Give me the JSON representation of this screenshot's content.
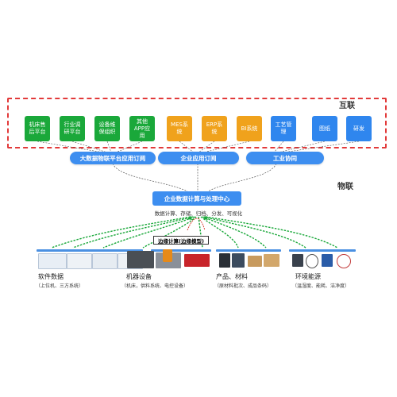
{
  "labels": {
    "internet": "互联",
    "iot": "物联"
  },
  "tiles": [
    {
      "text": "机床售\n后平台",
      "color": "#1aa83a"
    },
    {
      "text": "行业调\n研平台",
      "color": "#1aa83a"
    },
    {
      "text": "设备维\n保组织",
      "color": "#1aa83a"
    },
    {
      "text": "其他\nAPP应\n用",
      "color": "#1aa83a"
    },
    {
      "text": "MES系\n统",
      "color": "#f0a21c"
    },
    {
      "text": "ERP系\n统",
      "color": "#f0a21c"
    },
    {
      "text": "BI系统",
      "color": "#f0a21c"
    },
    {
      "text": "工艺管\n理",
      "color": "#2f86ee"
    },
    {
      "text": "图纸",
      "color": "#2f86ee"
    },
    {
      "text": "研发",
      "color": "#2f86ee"
    }
  ],
  "subscriptions": {
    "bigdata": "大数据物联平台应用订阅",
    "enterprise": "企业应用订阅",
    "industry": "工业协同"
  },
  "hub": {
    "title": "企业数据计算与处理中心",
    "caption": "数据计算、存储、归档、分发、可视化"
  },
  "edge": {
    "label": "边缘计算(边缘模型)"
  },
  "categories": [
    {
      "title": "软件数据",
      "subtitle": "（上位机、三方系统）"
    },
    {
      "title": "机器设备",
      "subtitle": "（机床，供料系统、电控设备）"
    },
    {
      "title": "产品、材料",
      "subtitle": "（原材料批次、成品条码）"
    },
    {
      "title": "环境能源",
      "subtitle": "（温湿度、能耗、洁净度）"
    }
  ],
  "colors": {
    "green": "#1aa83a",
    "orange": "#f0a21c",
    "blue": "#2f86ee",
    "dashed_border": "#e23a3a",
    "link": "#1aa83a"
  }
}
